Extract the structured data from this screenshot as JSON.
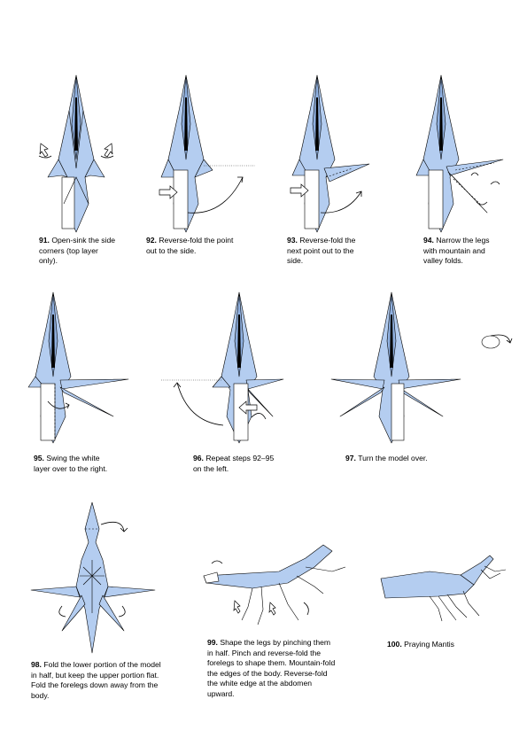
{
  "steps": [
    {
      "number": "91.",
      "text": "Open-sink the side corners (top layer only)."
    },
    {
      "number": "92.",
      "text": "Reverse-fold the point out to the side."
    },
    {
      "number": "93.",
      "text": "Reverse-fold the next point out to the side."
    },
    {
      "number": "94.",
      "text": "Narrow the legs with mountain and valley folds."
    },
    {
      "number": "95.",
      "text": "Swing the white layer over to the right."
    },
    {
      "number": "96.",
      "text": "Repeat steps 92–95 on the left."
    },
    {
      "number": "97.",
      "text": "Turn the model over."
    },
    {
      "number": "98.",
      "text": "Fold the lower portion of the model in half, but keep the upper portion flat. Fold the forelegs down away from the body."
    },
    {
      "number": "99.",
      "text": "Shape the legs by pinching them in half. Pinch and reverse-fold the forelegs to shape them. Mountain-fold the edges of the body. Reverse-fold the white edge at the abdomen upward."
    },
    {
      "number": "100.",
      "text": "Praying Mantis"
    }
  ],
  "colors": {
    "paper": "#b4cdf0",
    "paper_dark": "#8fb0e0",
    "outline": "#000000",
    "background": "#ffffff"
  },
  "icons": [
    "turn-over-icon",
    "fold-arrow-icon",
    "push-arrow-icon"
  ]
}
